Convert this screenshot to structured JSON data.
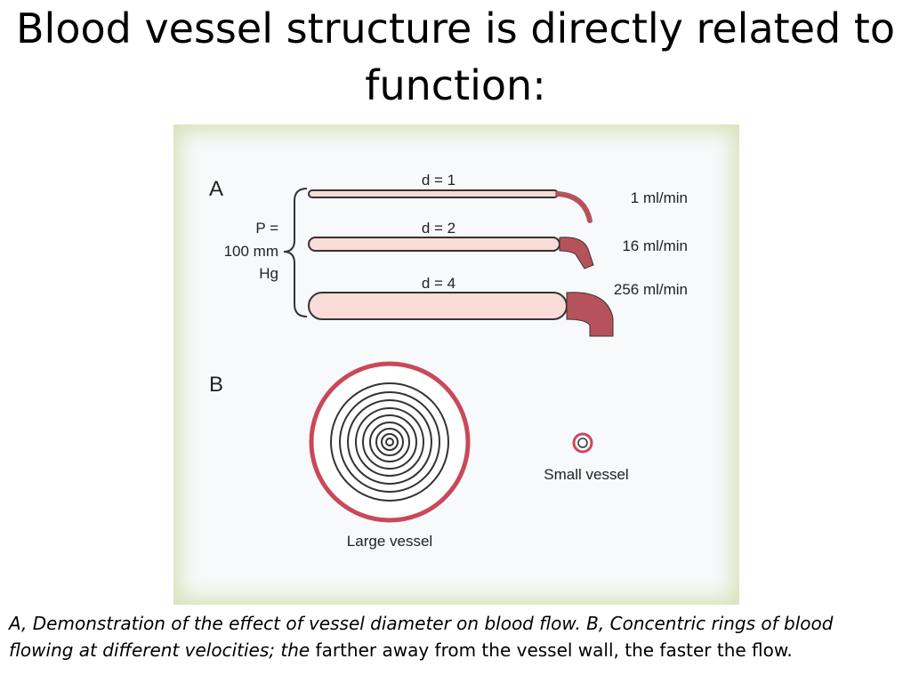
{
  "title_line1": "Blood vessel structure is directly related to",
  "title_line2": "function:",
  "figure": {
    "panel_a": {
      "label": "A",
      "pressure": [
        "P =",
        "100 mm",
        "Hg"
      ],
      "vessels": [
        {
          "diameter_label": "d = 1",
          "flow_label": "1 ml/min"
        },
        {
          "diameter_label": "d = 2",
          "flow_label": "16 ml/min"
        },
        {
          "diameter_label": "d = 4",
          "flow_label": "256 ml/min"
        }
      ]
    },
    "panel_b": {
      "label": "B",
      "large_label": "Large vessel",
      "small_label": "Small vessel"
    },
    "colors": {
      "vessel_fill": "#f9dcd8",
      "blood": "#b6535a",
      "wall": "#c9485a",
      "outline": "#333333"
    }
  },
  "caption": {
    "italic": "A, Demonstration of the effect of vessel diameter on blood flow. B, Concentric rings of blood flowing at different velocities; the",
    "normal": " farther away from the vessel wall, the faster the flow."
  }
}
